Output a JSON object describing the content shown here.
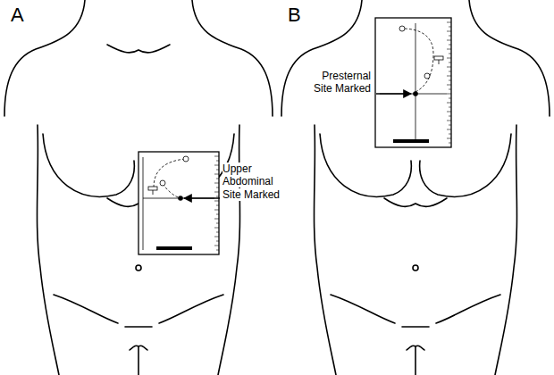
{
  "diagram": {
    "labels": [
      "A",
      "Upper Abdominal Site Marked",
      "B",
      "Presternal Site Marked"
    ]
  }
}
